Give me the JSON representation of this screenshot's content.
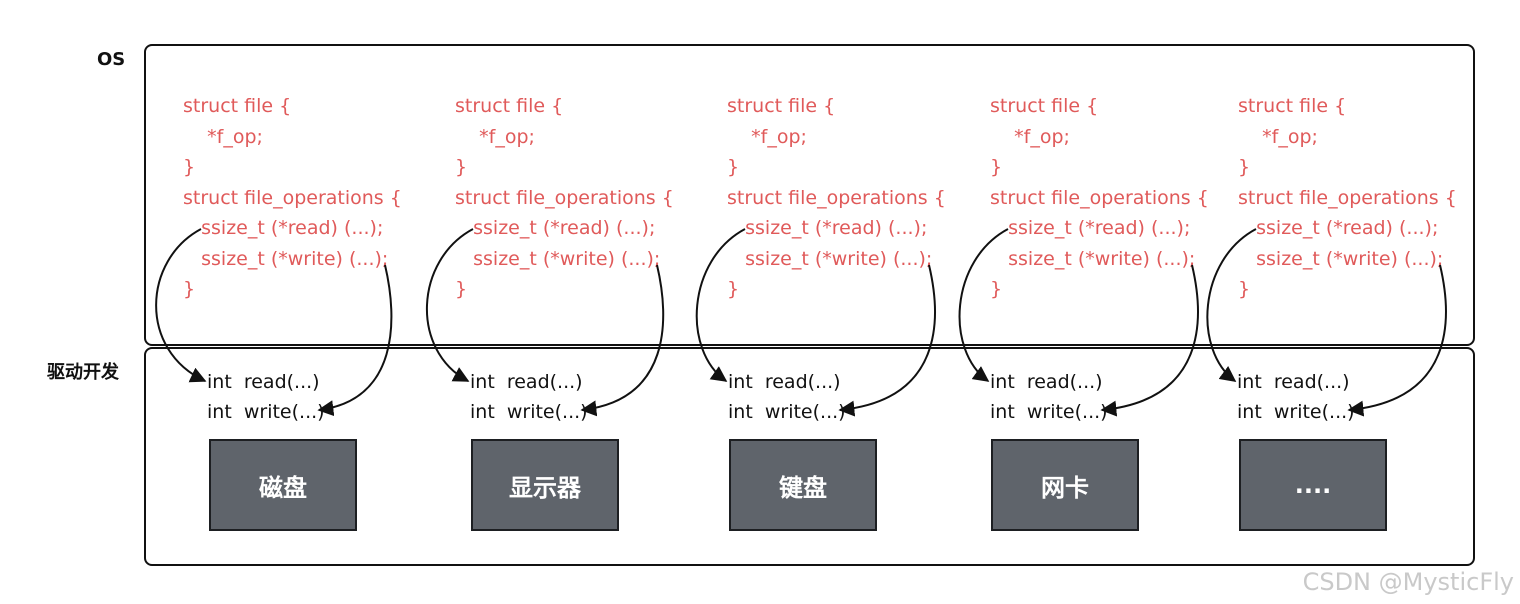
{
  "labels": {
    "os": "OS",
    "driver": "驱动开发"
  },
  "code_color": "#e05a5a",
  "struct_lines": [
    "struct file {",
    "    *f_op;",
    "}",
    "struct file_operations {",
    "   ssize_t (*read) (...);",
    "   ssize_t (*write) (...);",
    "}"
  ],
  "driver_funcs": {
    "read": "int  read(...)",
    "write": "int  write(...)"
  },
  "devices": [
    "磁盘",
    "显示器",
    "键盘",
    "网卡",
    "...."
  ],
  "watermark": "CSDN @MysticFly"
}
